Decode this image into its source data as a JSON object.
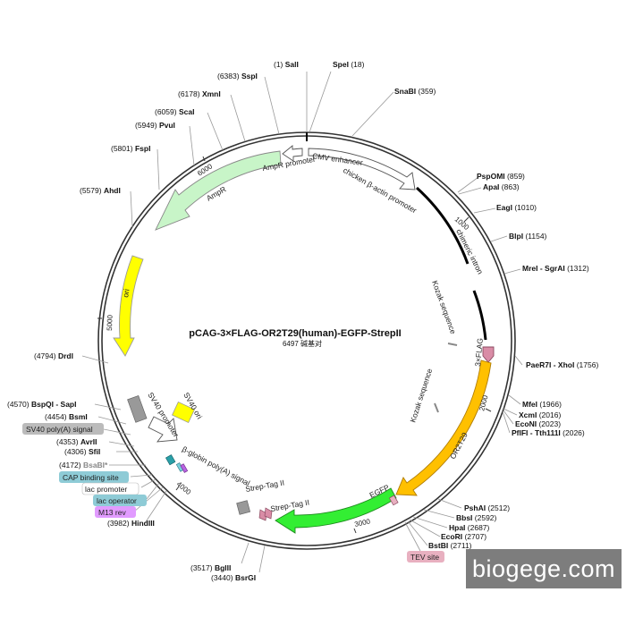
{
  "plasmid": {
    "name": "pCAG-3×FLAG-OR2T29(human)-EGFP-StrepII",
    "size_text": "6497 碱基对"
  },
  "ticks": [
    "1000",
    "2000",
    "3000",
    "4000",
    "5000",
    "6000"
  ],
  "sites": [
    {
      "id": "sali",
      "pos": "(1)",
      "name": "SalI"
    },
    {
      "id": "spei",
      "pos": "(18)",
      "name": "SpeI"
    },
    {
      "id": "snabi",
      "pos": "(359)",
      "name": "SnaBI"
    },
    {
      "id": "pspomi",
      "pos": "(859)",
      "name": "PspOMI"
    },
    {
      "id": "apai",
      "pos": "(863)",
      "name": "ApaI"
    },
    {
      "id": "eagi",
      "pos": "(1010)",
      "name": "EagI"
    },
    {
      "id": "blpi",
      "pos": "(1154)",
      "name": "BlpI"
    },
    {
      "id": "mrei",
      "pos": "(1312)",
      "name": "MreI - SgrAI"
    },
    {
      "id": "paer7i",
      "pos": "(1756)",
      "name": "PaeR7I - XhoI"
    },
    {
      "id": "mfei",
      "pos": "(1966)",
      "name": "MfeI"
    },
    {
      "id": "xcmi",
      "pos": "(2016)",
      "name": "XcmI"
    },
    {
      "id": "econi",
      "pos": "(2023)",
      "name": "EcoNI"
    },
    {
      "id": "pflfi",
      "pos": "(2026)",
      "name": "PflFI - Tth111I"
    },
    {
      "id": "pshai",
      "pos": "(2512)",
      "name": "PshAI"
    },
    {
      "id": "bbsi",
      "pos": "(2592)",
      "name": "BbsI"
    },
    {
      "id": "hpai",
      "pos": "(2687)",
      "name": "HpaI"
    },
    {
      "id": "ecori",
      "pos": "(2707)",
      "name": "EcoRI"
    },
    {
      "id": "bstbi",
      "pos": "(2711)",
      "name": "BstBI"
    },
    {
      "id": "bsrgi",
      "pos": "(3440)",
      "name": "BsrGI"
    },
    {
      "id": "bglii",
      "pos": "(3517)",
      "name": "BglII"
    },
    {
      "id": "hindiii",
      "pos": "(3982)",
      "name": "HindIII"
    },
    {
      "id": "bsabi",
      "pos": "(4172)",
      "name": "BsaBI*"
    },
    {
      "id": "sfii",
      "pos": "(4306)",
      "name": "SfiI"
    },
    {
      "id": "avrii",
      "pos": "(4353)",
      "name": "AvrII"
    },
    {
      "id": "bsmi",
      "pos": "(4454)",
      "name": "BsmI"
    },
    {
      "id": "bspqi",
      "pos": "(4570)",
      "name": "BspQI - SapI"
    },
    {
      "id": "drdi",
      "pos": "(4794)",
      "name": "DrdI"
    },
    {
      "id": "ahdi",
      "pos": "(5579)",
      "name": "AhdI"
    },
    {
      "id": "fspi",
      "pos": "(5801)",
      "name": "FspI"
    },
    {
      "id": "pvui",
      "pos": "(5949)",
      "name": "PvuI"
    },
    {
      "id": "scai",
      "pos": "(6059)",
      "name": "ScaI"
    },
    {
      "id": "xmni",
      "pos": "(6178)",
      "name": "XmnI"
    },
    {
      "id": "sspi",
      "pos": "(6383)",
      "name": "SspI"
    }
  ],
  "features": {
    "cmv_enhancer": "CMV enhancer",
    "chicken_actin": "chicken β-actin promoter",
    "chimeric_intron": "chimeric intron",
    "kozak1": "Kozak sequence",
    "kozak2": "Kozak sequence",
    "flag": "3×FLAG",
    "or2t29": "OR2T29",
    "egfp": "EGFP",
    "strep1": "Strep-Tag II",
    "strep2": "Strep-Tag II",
    "beta_globin": "β-globin poly(A) signal",
    "sv40_promoter": "SV40 promoter",
    "sv40_ori": "SV40 ori",
    "ori": "ori",
    "ampr": "AmpR",
    "ampr_promoter": "AmpR promoter"
  },
  "tags": {
    "sv40_polya": "SV40 poly(A) signal",
    "cap_binding": "CAP binding site",
    "lac_promoter": "lac promoter",
    "lac_operator": "lac operator",
    "m13_rev": "M13 rev",
    "tev_site": "TEV site"
  },
  "colors": {
    "backbone": "#333333",
    "ampr_fill": "#c8f5c8",
    "ori_fill": "#ffff00",
    "or2t29_fill": "#ffc000",
    "egfp_fill": "#33ee33",
    "flag_fill": "#d98ca6",
    "sv40_ori_fill": "#ffff00",
    "gray_box": "#999999",
    "tag_gray": "#bbbbbb",
    "tag_teal": "#8ecbd6",
    "tag_purple": "#e19bff",
    "tag_pink": "#e8b0c0"
  },
  "watermark": "biogege.com"
}
